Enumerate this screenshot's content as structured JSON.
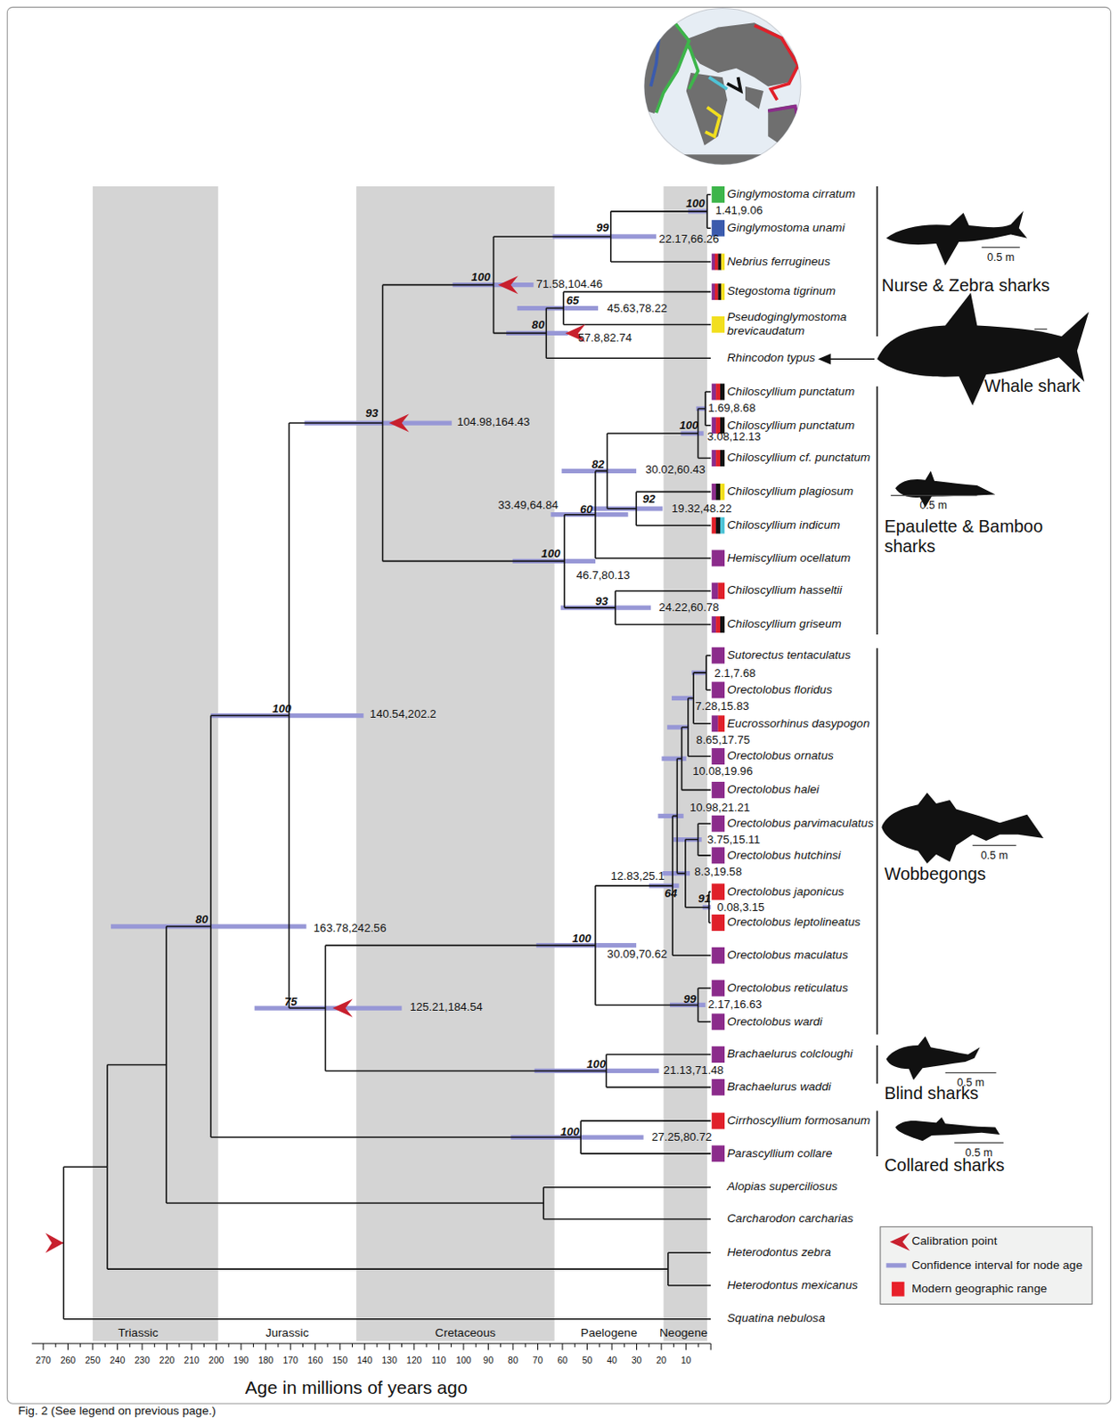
{
  "diagram": {
    "caption": "Fig. 2 (See legend on previous page.)",
    "labels": [
      "Ginglymostoma cirratum",
      "Ginglymostoma unami",
      "Nebrius ferrugineus",
      "Stegostoma tigrinum",
      "Pseudoginglymostoma brevicaudatum",
      "Rhincodon typus",
      "Chiloscyllium punctatum",
      "Chiloscyllium punctatum",
      "Chiloscyllium cf. punctatum",
      "Chiloscyllium plagiosum",
      "Chiloscyllium indicum",
      "Hemiscyllium ocellatum",
      "Chiloscyllium hasseltii",
      "Chiloscyllium griseum",
      "Sutorectus tentaculatus",
      "Orectolobus floridus",
      "Eucrossorhinus dasypogon",
      "Orectolobus ornatus",
      "Orectolobus halei",
      "Orectolobus parvimaculatus",
      "Orectolobus hutchinsi",
      "Orectolobus japonicus",
      "Orectolobus leptolineatus",
      "Orectolobus maculatus",
      "Orectolobus reticulatus",
      "Orectolobus wardi",
      "Brachaelurus colcloughi",
      "Brachaelurus waddi",
      "Cirrhoscyllium formosanum",
      "Parascyllium collare",
      "Alopias superciliosus",
      "Carcharodon carcharias",
      "Heterodontus zebra",
      "Heterodontus mexicanus",
      "Squatina nebulosa",
      "1.41,9.06",
      "22.17,66.26",
      "71.58,104.46",
      "45.63,78.22",
      "57.8,82.74",
      "104.98,164.43",
      "1.69,8.68",
      "3.08,12.13",
      "30.02,60.43",
      "33.49,64.84",
      "19.32,48.22",
      "46.7,80.13",
      "24.22,60.78",
      "140.54,202.2",
      "2.1,7.68",
      "7.28,15.83",
      "8.65,17.75",
      "10.08,19.96",
      "10.98,21.21",
      "3.75,15.11",
      "8.3,19.58",
      "12.83,25.1",
      "0.08,3.15",
      "163.78,242.56",
      "30.09,70.62",
      "2.17,16.63",
      "125.21,184.54",
      "21.13,71.48",
      "27.25,80.72",
      "100",
      "99",
      "100",
      "65",
      "80",
      "93",
      "100",
      "82",
      "60",
      "92",
      "100",
      "93",
      "100",
      "80",
      "75",
      "100",
      "64",
      "91",
      "99",
      "100",
      "100",
      "Nurse & Zebra sharks",
      "Whale shark",
      "Epaulette & Bamboo sharks",
      "Wobbegongs",
      "Blind sharks",
      "Collared sharks",
      "0.5 m",
      "0.5 m",
      "0.5 m",
      "0.5 m",
      "0.5 m",
      "0.5 m",
      "Triassic",
      "Jurassic",
      "Cretaceous",
      "Paelogene",
      "Neogene",
      "270",
      "260",
      "250",
      "240",
      "230",
      "220",
      "210",
      "200",
      "190",
      "180",
      "170",
      "160",
      "150",
      "140",
      "130",
      "120",
      "110",
      "100",
      "90",
      "80",
      "70",
      "60",
      "50",
      "40",
      "30",
      "20",
      "10",
      "Age in millions of years ago"
    ],
    "legend": [
      {
        "text": "Calibration point"
      },
      {
        "text": "Confidence interval for node age"
      },
      {
        "text": "Modern geographic range",
        "color": "#e8202a"
      }
    ]
  }
}
